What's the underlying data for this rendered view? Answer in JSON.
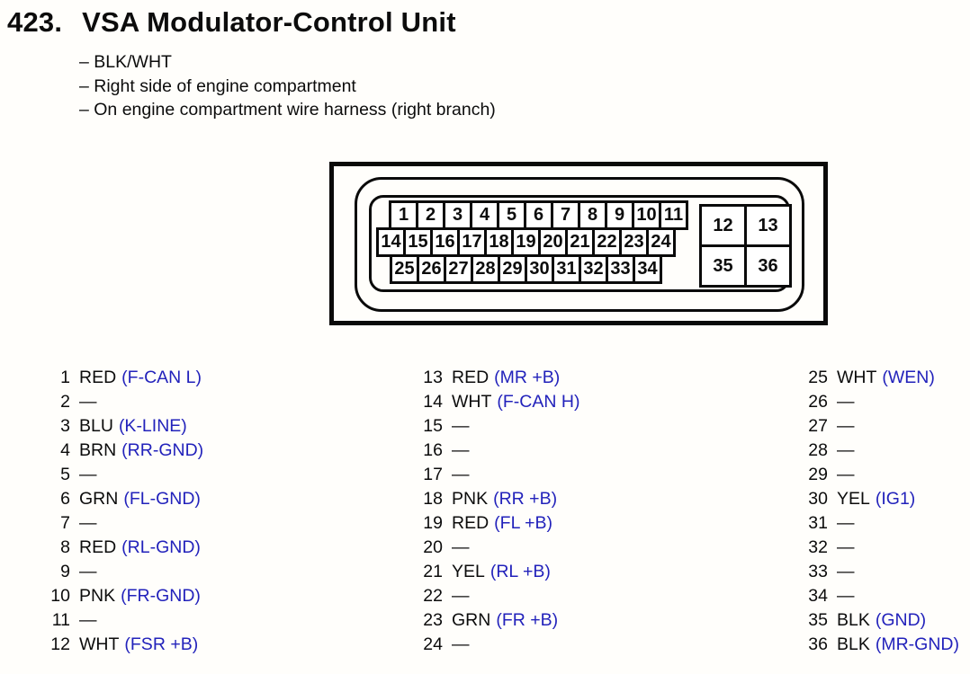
{
  "header": {
    "number": "423.",
    "title": "VSA Modulator-Control Unit"
  },
  "notes": [
    "– BLK/WHT",
    "– Right side of engine compartment",
    "– On engine compartment wire harness (right branch)"
  ],
  "connector": {
    "row1": [
      "1",
      "2",
      "3",
      "4",
      "5",
      "6",
      "7",
      "8",
      "9",
      "10",
      "11"
    ],
    "row2": [
      "14",
      "15",
      "16",
      "17",
      "18",
      "19",
      "20",
      "21",
      "22",
      "23",
      "24"
    ],
    "row3": [
      "25",
      "26",
      "27",
      "28",
      "29",
      "30",
      "31",
      "32",
      "33",
      "34"
    ],
    "grid": {
      "tl": "12",
      "tr": "13",
      "bl": "35",
      "br": "36"
    }
  },
  "pins": {
    "col1": [
      {
        "num": "1",
        "wire": "RED",
        "signal": "(F-CAN L)"
      },
      {
        "num": "2",
        "wire": "—",
        "signal": ""
      },
      {
        "num": "3",
        "wire": "BLU",
        "signal": "(K-LINE)"
      },
      {
        "num": "4",
        "wire": "BRN",
        "signal": "(RR-GND)"
      },
      {
        "num": "5",
        "wire": "—",
        "signal": ""
      },
      {
        "num": "6",
        "wire": "GRN",
        "signal": "(FL-GND)"
      },
      {
        "num": "7",
        "wire": "—",
        "signal": ""
      },
      {
        "num": "8",
        "wire": "RED",
        "signal": "(RL-GND)"
      },
      {
        "num": "9",
        "wire": "—",
        "signal": ""
      },
      {
        "num": "10",
        "wire": "PNK",
        "signal": "(FR-GND)"
      },
      {
        "num": "11",
        "wire": "—",
        "signal": ""
      },
      {
        "num": "12",
        "wire": "WHT",
        "signal": "(FSR +B)"
      }
    ],
    "col2": [
      {
        "num": "13",
        "wire": "RED",
        "signal": "(MR +B)"
      },
      {
        "num": "14",
        "wire": "WHT",
        "signal": "(F-CAN H)"
      },
      {
        "num": "15",
        "wire": "—",
        "signal": ""
      },
      {
        "num": "16",
        "wire": "—",
        "signal": ""
      },
      {
        "num": "17",
        "wire": "—",
        "signal": ""
      },
      {
        "num": "18",
        "wire": "PNK",
        "signal": "(RR +B)"
      },
      {
        "num": "19",
        "wire": "RED",
        "signal": "(FL +B)"
      },
      {
        "num": "20",
        "wire": "—",
        "signal": ""
      },
      {
        "num": "21",
        "wire": "YEL",
        "signal": "(RL +B)"
      },
      {
        "num": "22",
        "wire": "—",
        "signal": ""
      },
      {
        "num": "23",
        "wire": "GRN",
        "signal": "(FR +B)"
      },
      {
        "num": "24",
        "wire": "—",
        "signal": ""
      }
    ],
    "col3": [
      {
        "num": "25",
        "wire": "WHT",
        "signal": "(WEN)"
      },
      {
        "num": "26",
        "wire": "—",
        "signal": ""
      },
      {
        "num": "27",
        "wire": "—",
        "signal": ""
      },
      {
        "num": "28",
        "wire": "—",
        "signal": ""
      },
      {
        "num": "29",
        "wire": "—",
        "signal": ""
      },
      {
        "num": "30",
        "wire": "YEL",
        "signal": "(IG1)"
      },
      {
        "num": "31",
        "wire": "—",
        "signal": ""
      },
      {
        "num": "32",
        "wire": "—",
        "signal": ""
      },
      {
        "num": "33",
        "wire": "—",
        "signal": ""
      },
      {
        "num": "34",
        "wire": "—",
        "signal": ""
      },
      {
        "num": "35",
        "wire": "BLK",
        "signal": "(GND)"
      },
      {
        "num": "36",
        "wire": "BLK",
        "signal": "(MR-GND)"
      }
    ]
  },
  "colors": {
    "signal_text": "#2222bb",
    "ink": "#0c0c0c"
  }
}
